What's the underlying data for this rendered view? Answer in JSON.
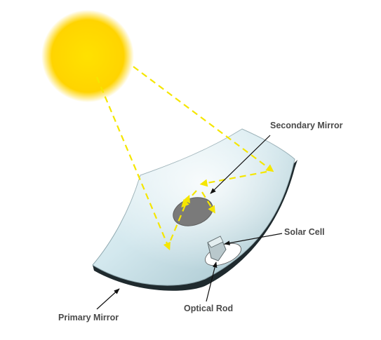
{
  "labels": {
    "secondary_mirror": "Secondary Mirror",
    "solar_cell": "Solar Cell",
    "primary_mirror": "Primary Mirror",
    "optical_rod": "Optical Rod"
  },
  "colors": {
    "sun": "#ffd400",
    "light_rays": "#f5e600",
    "mirror": "#cfe6ec",
    "secondary_mirror": "#7a7a7a",
    "label_text": "#4a4a4a",
    "background": "#ffffff"
  }
}
